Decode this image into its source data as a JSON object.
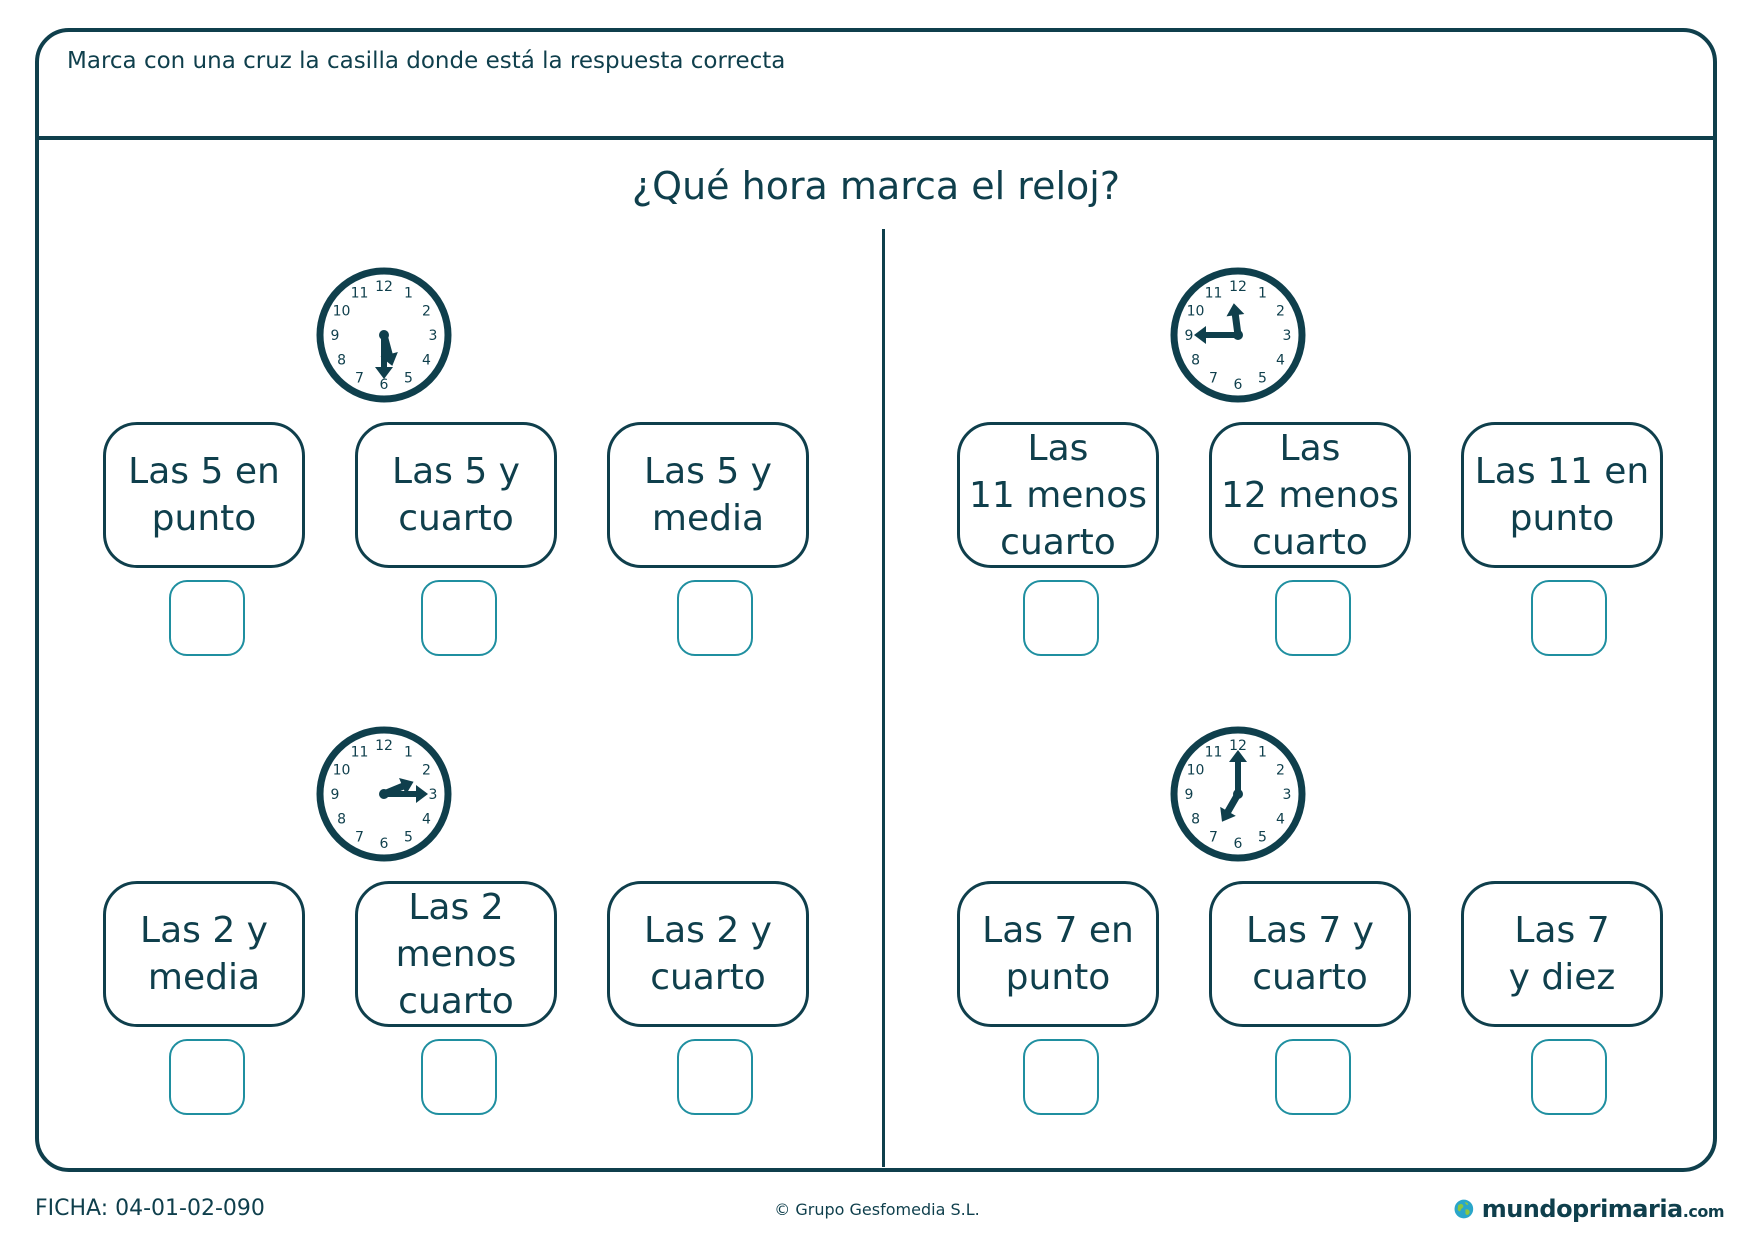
{
  "instruction": "Marca con una cruz la casilla donde está la respuesta correcta",
  "question": "¿Qué hora marca el reloj?",
  "exercises": [
    {
      "hour": 5,
      "minute": 30,
      "options": [
        "Las 5 en\npunto",
        "Las 5 y\ncuarto",
        "Las 5 y\nmedia"
      ]
    },
    {
      "hour": 11,
      "minute": 45,
      "options": [
        "Las\n11 menos\ncuarto",
        "Las\n12 menos\ncuarto",
        "Las 11 en\npunto"
      ]
    },
    {
      "hour": 2,
      "minute": 15,
      "options": [
        "Las 2 y\nmedia",
        "Las 2\nmenos\ncuarto",
        "Las 2 y\ncuarto"
      ]
    },
    {
      "hour": 7,
      "minute": 0,
      "options": [
        "Las 7 en\npunto",
        "Las 7 y\ncuarto",
        "Las 7\ny diez"
      ]
    }
  ],
  "clock_numbers": [
    "12",
    "1",
    "2",
    "3",
    "4",
    "5",
    "6",
    "7",
    "8",
    "9",
    "10",
    "11"
  ],
  "footer": {
    "ficha": "FICHA: 04-01-02-090",
    "copyright": "© Grupo Gesfomedia S.L.",
    "logo_name": "mundoprimaria",
    "logo_suffix": ".com"
  },
  "colors": {
    "ink": "#0f3f4c",
    "checkbox": "#1f8fa0",
    "globe_water": "#2aa6c9",
    "globe_land": "#8cc63f"
  }
}
